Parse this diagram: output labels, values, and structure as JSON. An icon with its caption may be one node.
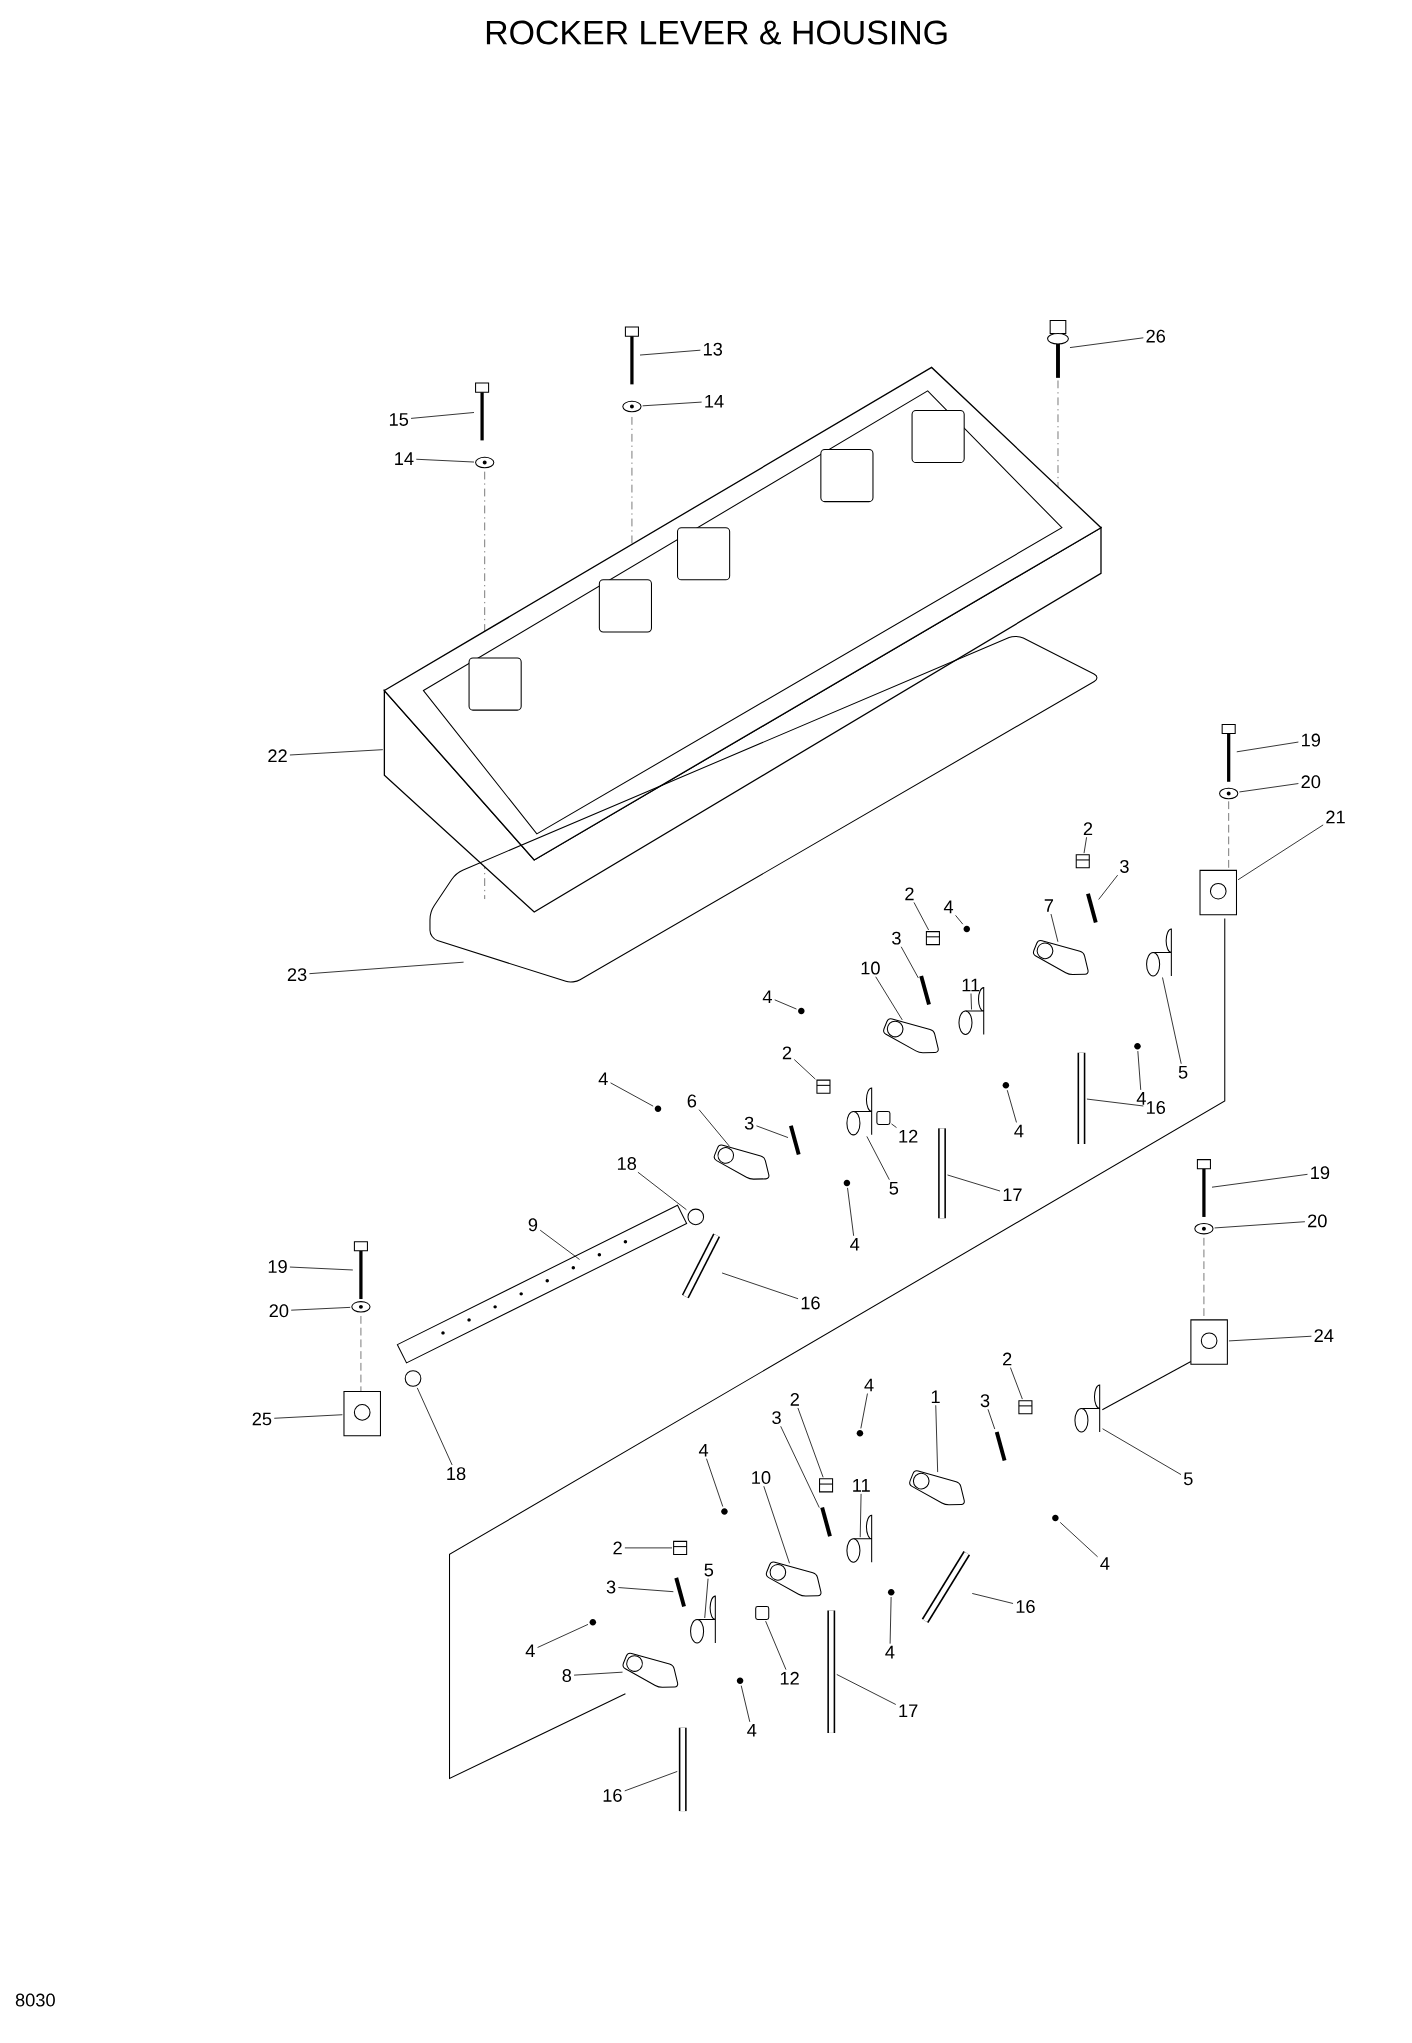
{
  "diagram": {
    "title": "ROCKER LEVER & HOUSING",
    "nodes": [
      {
        "text": [
          "13"
        ]
      },
      {
        "text": [
          "14"
        ]
      },
      {
        "text": [
          "26"
        ]
      },
      {
        "text": [
          "15"
        ]
      },
      {
        "text": [
          "14"
        ]
      },
      {
        "text": [
          "22"
        ]
      },
      {
        "text": [
          "23"
        ]
      },
      {
        "text": [
          "19"
        ]
      },
      {
        "text": [
          "20"
        ]
      },
      {
        "text": [
          "21"
        ]
      },
      {
        "text": [
          "2"
        ]
      },
      {
        "text": [
          "3"
        ]
      },
      {
        "text": [
          "2"
        ]
      },
      {
        "text": [
          "4"
        ]
      },
      {
        "text": [
          "7"
        ]
      },
      {
        "text": [
          "3"
        ]
      },
      {
        "text": [
          "10"
        ]
      },
      {
        "text": [
          "11"
        ]
      },
      {
        "text": [
          "5"
        ]
      },
      {
        "text": [
          "4"
        ]
      },
      {
        "text": [
          "4"
        ]
      },
      {
        "text": [
          "2"
        ]
      },
      {
        "text": [
          "12"
        ]
      },
      {
        "text": [
          "4"
        ]
      },
      {
        "text": [
          "16"
        ]
      },
      {
        "text": [
          "4"
        ]
      },
      {
        "text": [
          "6"
        ]
      },
      {
        "text": [
          "3"
        ]
      },
      {
        "text": [
          "5"
        ]
      },
      {
        "text": [
          "17"
        ]
      },
      {
        "text": [
          "18"
        ]
      },
      {
        "text": [
          "4"
        ]
      },
      {
        "text": [
          "16"
        ]
      },
      {
        "text": [
          "9"
        ]
      },
      {
        "text": [
          "19"
        ]
      },
      {
        "text": [
          "20"
        ]
      },
      {
        "text": [
          "19"
        ]
      },
      {
        "text": [
          "20"
        ]
      },
      {
        "text": [
          "24"
        ]
      },
      {
        "text": [
          "25"
        ]
      },
      {
        "text": [
          "18"
        ]
      },
      {
        "text": [
          "4"
        ]
      },
      {
        "text": [
          "2"
        ]
      },
      {
        "text": [
          "1"
        ]
      },
      {
        "text": [
          "3"
        ]
      },
      {
        "text": [
          "5"
        ]
      },
      {
        "text": [
          "4"
        ]
      },
      {
        "text": [
          "16"
        ]
      },
      {
        "text": [
          "4"
        ]
      },
      {
        "text": [
          "3"
        ]
      },
      {
        "text": [
          "2"
        ]
      },
      {
        "text": [
          "10"
        ]
      },
      {
        "text": [
          "11"
        ]
      },
      {
        "text": [
          "2"
        ]
      },
      {
        "text": [
          "5"
        ]
      },
      {
        "text": [
          "3"
        ]
      },
      {
        "text": [
          "4"
        ]
      },
      {
        "text": [
          "8"
        ]
      },
      {
        "text": [
          "12"
        ]
      },
      {
        "text": [
          "4"
        ]
      },
      {
        "text": [
          "17"
        ]
      },
      {
        "text": [
          "4"
        ]
      },
      {
        "text": [
          "16"
        ]
      },
      {
        "text": [],
        "shape": "picture"
      },
      {
        "text": [],
        "shape": "picture"
      },
      {
        "text": [],
        "shape": "picture"
      },
      {
        "text": [],
        "shape": "picture"
      },
      {
        "text": [],
        "shape": "picture"
      },
      {
        "text": [],
        "shape": "picture"
      },
      {
        "text": [],
        "shape": "picture"
      },
      {
        "text": [],
        "shape": "picture"
      },
      {
        "text": [],
        "shape": "picture"
      },
      {
        "text": [],
        "shape": "picture"
      },
      {
        "text": [],
        "shape": "picture"
      },
      {
        "text": [],
        "shape": "picture"
      },
      {
        "text": [],
        "shape": "picture"
      },
      {
        "text": [],
        "shape": "picture"
      },
      {
        "text": [],
        "shape": "picture"
      },
      {
        "text": [],
        "shape": "picture"
      },
      {
        "text": [],
        "shape": "picture"
      },
      {
        "text": [],
        "shape": "picture"
      },
      {
        "text": [],
        "shape": "picture"
      },
      {
        "text": [],
        "shape": "picture"
      },
      {
        "text": [],
        "shape": "picture"
      },
      {
        "text": [],
        "shape": "picture"
      },
      {
        "text": [],
        "shape": "box"
      },
      {
        "text": [],
        "shape": "picture"
      },
      {
        "text": [],
        "shape": "picture"
      },
      {
        "text": [],
        "shape": "picture"
      },
      {
        "text": [],
        "shape": "picture"
      },
      {
        "text": [],
        "shape": "picture"
      },
      {
        "text": [],
        "shape": "picture"
      },
      {
        "text": [],
        "shape": "picture"
      },
      {
        "text": [],
        "shape": "circle"
      },
      {
        "text": [],
        "shape": "picture"
      },
      {
        "text": [],
        "shape": "picture"
      },
      {
        "text": [],
        "shape": "picture"
      },
      {
        "text": [],
        "shape": "picture"
      },
      {
        "text": [],
        "shape": "picture"
      },
      {
        "text": [],
        "shape": "picture"
      },
      {
        "text": [],
        "shape": "picture"
      },
      {
        "text": [],
        "shape": "picture"
      },
      {
        "text": [],
        "shape": "picture"
      },
      {
        "text": [],
        "shape": "circle"
      },
      {
        "text": [],
        "shape": "picture"
      },
      {
        "text": [],
        "shape": "picture"
      },
      {
        "text": [],
        "shape": "picture"
      },
      {
        "text": [],
        "shape": "picture"
      },
      {
        "text": [],
        "shape": "picture"
      },
      {
        "text": [],
        "shape": "picture"
      },
      {
        "text": [],
        "shape": "picture"
      },
      {
        "text": [],
        "shape": "picture"
      },
      {
        "text": [],
        "shape": "picture"
      },
      {
        "text": [],
        "shape": "picture"
      },
      {
        "text": [],
        "shape": "picture"
      },
      {
        "text": [],
        "shape": "picture"
      },
      {
        "text": [],
        "shape": "picture"
      },
      {
        "text": [],
        "shape": "picture"
      },
      {
        "text": [],
        "shape": "picture"
      },
      {
        "text": [],
        "shape": "picture"
      },
      {
        "text": [],
        "shape": "picture"
      },
      {
        "text": [],
        "shape": "box"
      },
      {
        "text": [],
        "shape": "picture"
      },
      {
        "text": [],
        "shape": "picture"
      },
      {
        "text": [],
        "shape": "picture"
      },
      {
        "text": [],
        "shape": "picture"
      }
    ],
    "edges": [
      {
        "from": 0,
        "to": 63,
        "arrow": "none"
      },
      {
        "from": 1,
        "to": 64,
        "arrow": "none"
      },
      {
        "from": 2,
        "to": 65,
        "arrow": "none"
      },
      {
        "from": 3,
        "to": 66,
        "arrow": "none"
      },
      {
        "from": 4,
        "to": 67,
        "arrow": "none"
      },
      {
        "from": 5,
        "to": 68,
        "arrow": "none"
      },
      {
        "from": 6,
        "to": 69,
        "arrow": "none"
      },
      {
        "from": 7,
        "to": 70,
        "arrow": "none"
      },
      {
        "from": 8,
        "to": 71,
        "arrow": "none"
      },
      {
        "from": 9,
        "to": 72,
        "arrow": "none"
      },
      {
        "from": 10,
        "to": 73,
        "arrow": "none"
      },
      {
        "from": 11,
        "to": 74,
        "arrow": "none"
      },
      {
        "from": 12,
        "to": 75,
        "arrow": "none"
      },
      {
        "from": 13,
        "to": 76,
        "arrow": "none"
      },
      {
        "from": 14,
        "to": 77,
        "arrow": "none"
      },
      {
        "from": 15,
        "to": 78,
        "arrow": "none"
      },
      {
        "from": 16,
        "to": 79,
        "arrow": "none"
      },
      {
        "from": 17,
        "to": 80,
        "arrow": "none"
      },
      {
        "from": 18,
        "to": 81,
        "arrow": "none"
      },
      {
        "from": 19,
        "to": 82,
        "arrow": "none"
      },
      {
        "from": 20,
        "to": 83,
        "arrow": "none"
      },
      {
        "from": 21,
        "to": 84,
        "arrow": "none"
      },
      {
        "from": 22,
        "to": 85,
        "arrow": "none"
      },
      {
        "from": 23,
        "to": 86,
        "arrow": "none"
      },
      {
        "from": 24,
        "to": 87,
        "arrow": "none"
      },
      {
        "from": 25,
        "to": 88,
        "arrow": "none"
      },
      {
        "from": 26,
        "to": 89,
        "arrow": "none"
      },
      {
        "from": 27,
        "to": 90,
        "arrow": "none"
      },
      {
        "from": 28,
        "to": 91,
        "arrow": "none"
      },
      {
        "from": 29,
        "to": 92,
        "arrow": "none"
      },
      {
        "from": 30,
        "to": 93,
        "arrow": "none"
      },
      {
        "from": 31,
        "to": 94,
        "arrow": "none"
      },
      {
        "from": 32,
        "to": 95,
        "arrow": "none"
      },
      {
        "from": 33,
        "to": 96,
        "arrow": "none"
      },
      {
        "from": 34,
        "to": 97,
        "arrow": "none"
      },
      {
        "from": 35,
        "to": 98,
        "arrow": "none"
      },
      {
        "from": 36,
        "to": 99,
        "arrow": "none"
      },
      {
        "from": 37,
        "to": 100,
        "arrow": "none"
      },
      {
        "from": 38,
        "to": 101,
        "arrow": "none"
      },
      {
        "from": 39,
        "to": 102,
        "arrow": "none"
      },
      {
        "from": 40,
        "to": 103,
        "arrow": "none"
      },
      {
        "from": 41,
        "to": 104,
        "arrow": "none"
      },
      {
        "from": 42,
        "to": 105,
        "arrow": "none"
      },
      {
        "from": 43,
        "to": 106,
        "arrow": "none"
      },
      {
        "from": 44,
        "to": 107,
        "arrow": "none"
      },
      {
        "from": 45,
        "to": 108,
        "arrow": "none"
      },
      {
        "from": 46,
        "to": 109,
        "arrow": "none"
      },
      {
        "from": 47,
        "to": 110,
        "arrow": "none"
      },
      {
        "from": 48,
        "to": 111,
        "arrow": "none"
      },
      {
        "from": 49,
        "to": 112,
        "arrow": "none"
      },
      {
        "from": 50,
        "to": 113,
        "arrow": "none"
      },
      {
        "from": 51,
        "to": 114,
        "arrow": "none"
      },
      {
        "from": 52,
        "to": 115,
        "arrow": "none"
      },
      {
        "from": 53,
        "to": 116,
        "arrow": "none"
      },
      {
        "from": 54,
        "to": 117,
        "arrow": "none"
      },
      {
        "from": 55,
        "to": 118,
        "arrow": "none"
      },
      {
        "from": 56,
        "to": 119,
        "arrow": "none"
      },
      {
        "from": 57,
        "to": 120,
        "arrow": "none"
      },
      {
        "from": 58,
        "to": 121,
        "arrow": "none"
      },
      {
        "from": 59,
        "to": 122,
        "arrow": "none"
      },
      {
        "from": 60,
        "to": 123,
        "arrow": "none"
      },
      {
        "from": 61,
        "to": 124,
        "arrow": "none"
      },
      {
        "from": 62,
        "to": 125,
        "arrow": "none"
      }
    ],
    "labels": [
      "8030"
    ]
  }
}
